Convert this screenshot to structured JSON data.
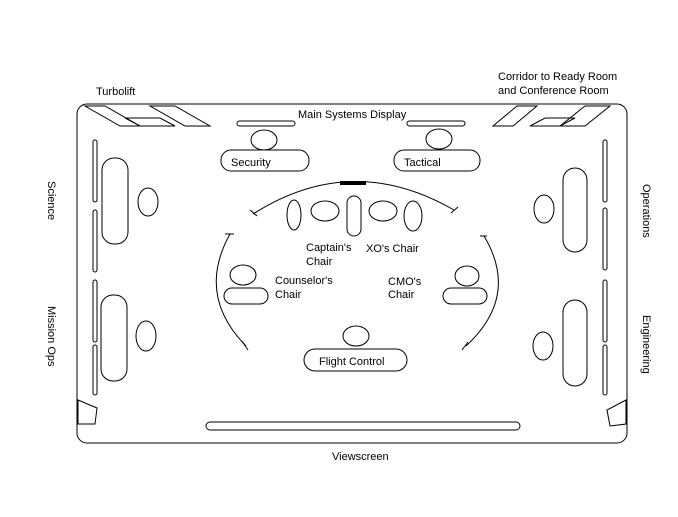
{
  "labels": {
    "turbolift": "Turbolift",
    "corridor_line1": "Corridor to Ready Room",
    "corridor_line2": "and Conference Room",
    "main_systems": "Main Systems Display",
    "security": "Security",
    "tactical": "Tactical",
    "science": "Science",
    "operations": "Operations",
    "mission_ops": "Mission Ops",
    "engineering": "Engineering",
    "captains_line1": "Captain's",
    "captains_line2": "Chair",
    "xo": "XO's Chair",
    "counselor_line1": "Counselor's",
    "counselor_line2": "Chair",
    "cmo_line1": "CMO's",
    "cmo_line2": "Chair",
    "flight": "Flight Control",
    "viewscreen": "Viewscreen"
  },
  "colors": {
    "line": "#000000",
    "background": "#ffffff"
  }
}
